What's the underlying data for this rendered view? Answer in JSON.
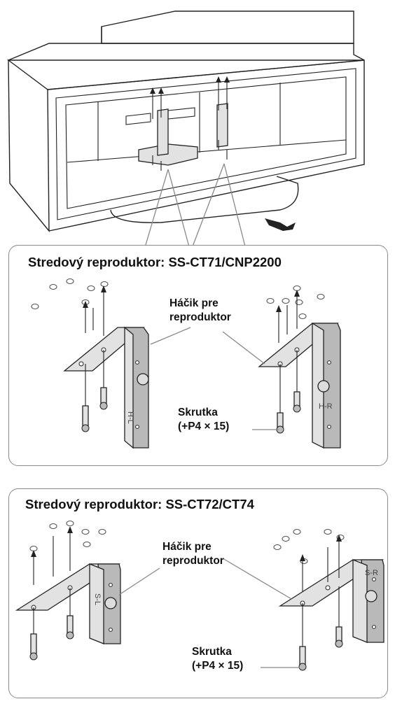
{
  "sections": [
    {
      "title": "Stredový reproduktor: SS-CT71/CNP2200",
      "hook_label_line1": "Háčik pre",
      "hook_label_line2": "reproduktor",
      "screw_label_line1": "Skrutka",
      "screw_label_line2": "(+P4 × 15)",
      "left_bracket_mark": "H-L",
      "right_bracket_mark": "H-R"
    },
    {
      "title": "Stredový reproduktor: SS-CT72/CT74",
      "hook_label_line1": "Háčik pre",
      "hook_label_line2": "reproduktor",
      "screw_label_line1": "Skrutka",
      "screw_label_line2": "(+P4 × 15)",
      "left_bracket_mark": "S-L",
      "right_bracket_mark": "S-R"
    }
  ]
}
